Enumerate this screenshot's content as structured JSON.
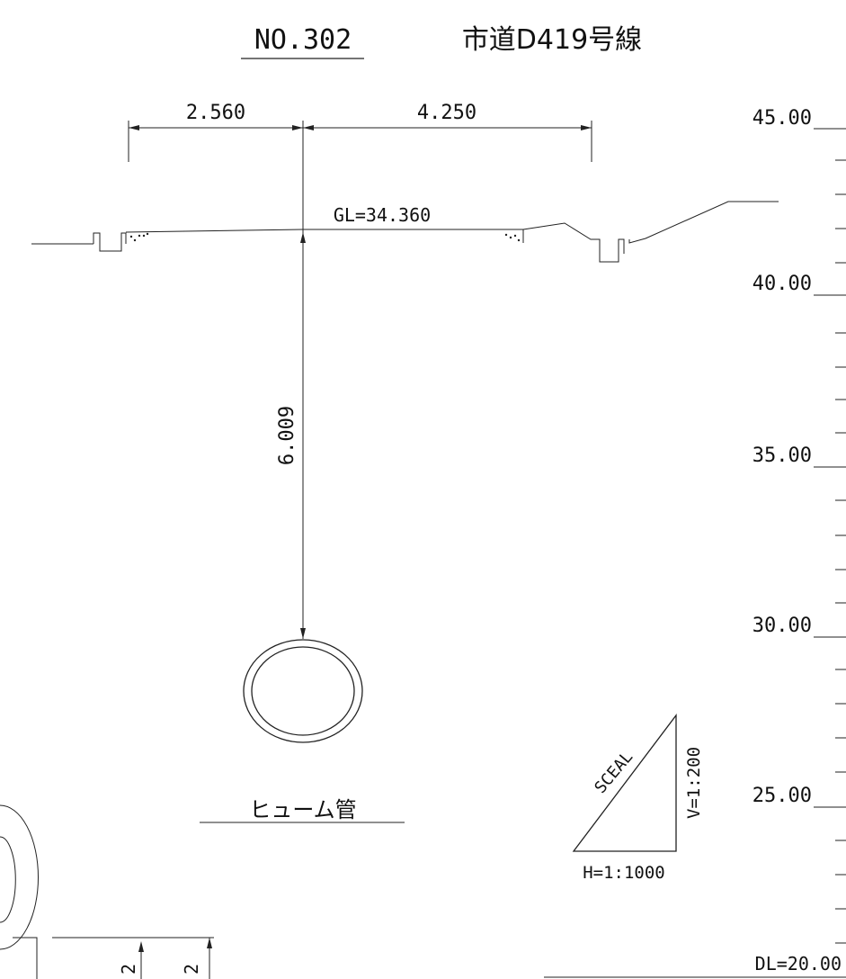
{
  "title": {
    "number": "NO.302",
    "name": "市道D419号線"
  },
  "dimensions": {
    "left_width": "2.560",
    "right_width": "4.250",
    "depth": "6.009",
    "ground_level": "GL=34.360"
  },
  "pipe": {
    "label": "ヒューム管"
  },
  "scale": {
    "slope_label": "SCEAL",
    "vertical": "V=1:200",
    "horizontal": "H=1:1000"
  },
  "elevation_ruler": {
    "labels": [
      "45.00",
      "40.00",
      "35.00",
      "30.00",
      "25.00"
    ],
    "datum": "DL=20.00"
  },
  "partial_bottom": {
    "label_a": "2",
    "label_b": "2"
  }
}
